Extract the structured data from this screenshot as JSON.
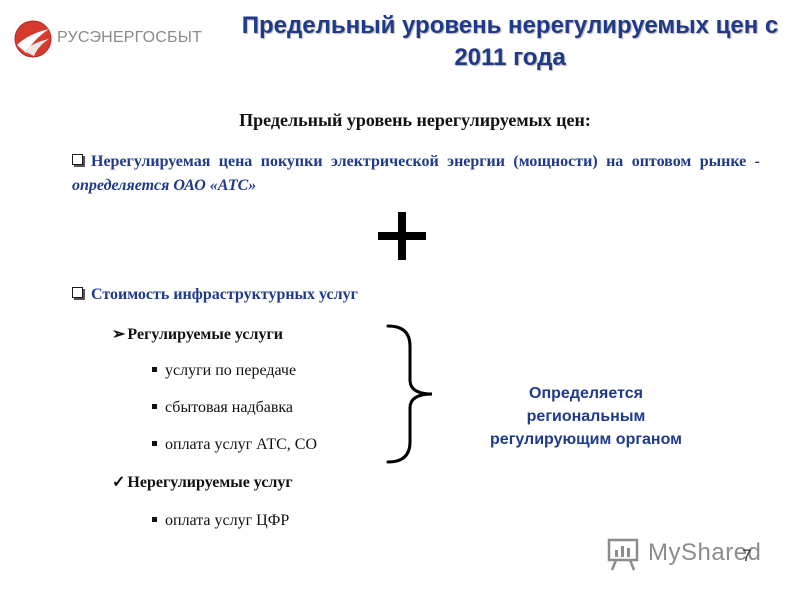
{
  "logo": {
    "text": "РУСЭНЕРГОСБЫТ",
    "colors": {
      "red": "#d63a2f",
      "gray": "#8a8a8a"
    }
  },
  "title": "Предельный уровень нерегулируемых цен с 2011 года",
  "subtitle": "Предельный уровень нерегулируемых цен:",
  "item1": {
    "text": "Нерегулируемая цена покупки электрической энергии (мощности) на оптовом рынке",
    "suffix": " - определяется ОАО «АТС»"
  },
  "plus": "+",
  "item2": {
    "text": "Стоимость инфраструктурных услуг"
  },
  "regulated": {
    "label": "Регулируемые услуги",
    "items": [
      "услуги по передаче",
      "сбытовая надбавка",
      "оплата услуг АТС, СО"
    ]
  },
  "unregulated": {
    "label": "Нерегулируемые услуг",
    "items": [
      "оплата услуг ЦФР"
    ]
  },
  "note": "Определяется региональным регулирующим органом",
  "watermark": {
    "text": "MyShared"
  },
  "page_number": "7",
  "colors": {
    "title_blue": "#1f3a8a",
    "text": "#111111"
  }
}
